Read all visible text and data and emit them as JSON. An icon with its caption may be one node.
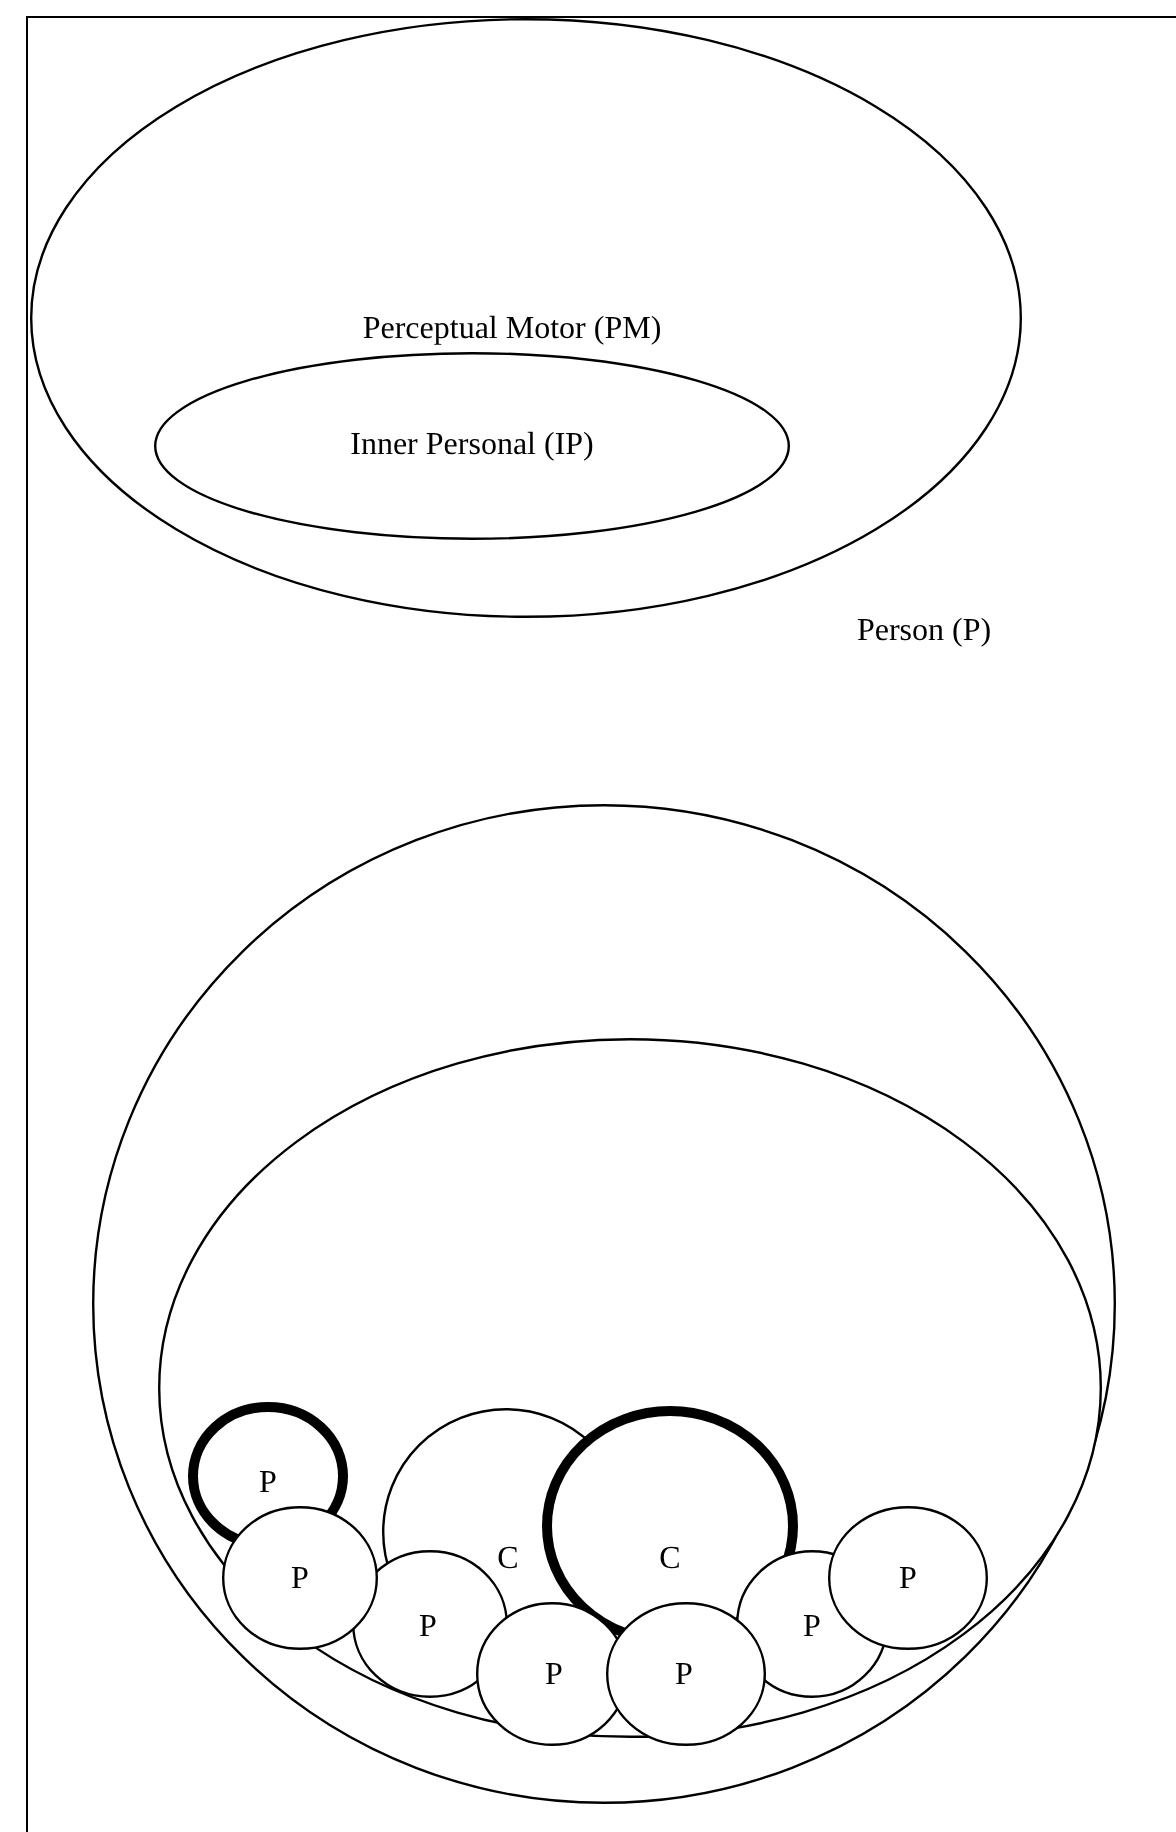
{
  "diagram": {
    "nodes": [
      {
        "text": [
          "Person (P)"
        ]
      },
      {
        "text": [
          "Perceptual Motor (PM)"
        ],
        "in": 0
      },
      {
        "text": [
          "Inner Personal (IP)"
        ],
        "in": 1
      },
      {
        "text": [],
        "shape": "circle",
        "in": 0
      },
      {
        "text": [],
        "shape": "circle",
        "in": 3
      },
      {
        "text": [
          "P"
        ],
        "in": 4
      },
      {
        "text": [
          "P"
        ],
        "in": 4
      },
      {
        "text": [
          "C"
        ],
        "in": 4
      },
      {
        "text": [
          "P"
        ],
        "in": 4
      },
      {
        "text": [
          "C"
        ],
        "in": 4
      },
      {
        "text": [
          "P"
        ],
        "in": 4
      },
      {
        "text": [
          "P"
        ],
        "in": 4
      },
      {
        "text": [
          "P"
        ],
        "in": 4
      },
      {
        "text": [
          "P"
        ],
        "in": 4
      }
    ]
  }
}
